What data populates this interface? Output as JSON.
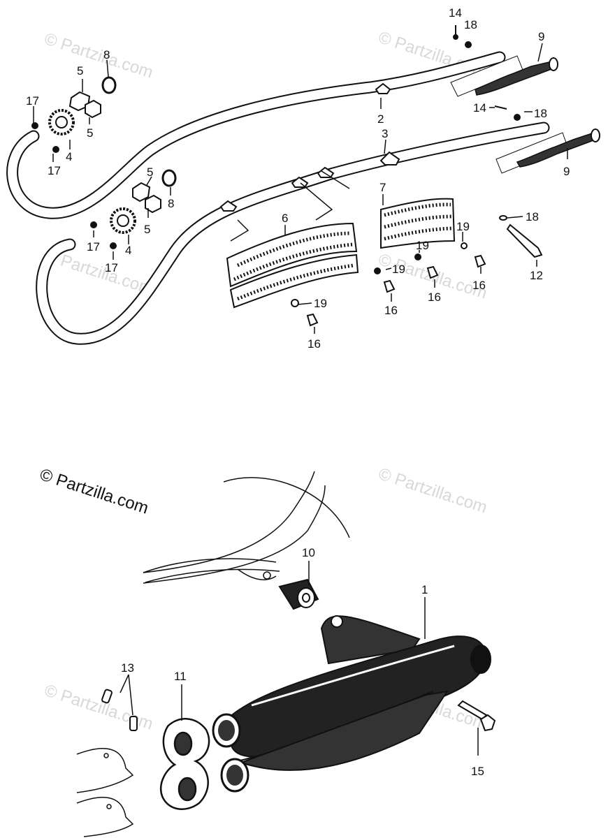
{
  "watermark": "© Partzilla.com",
  "copyright": "© Partzilla.com",
  "callouts": {
    "c1": "1",
    "c2": "2",
    "c3": "3",
    "c4a": "4",
    "c4b": "4",
    "c5a": "5",
    "c5b": "5",
    "c5c": "5",
    "c5d": "5",
    "c6": "6",
    "c7": "7",
    "c8a": "8",
    "c8b": "8",
    "c9a": "9",
    "c9b": "9",
    "c10": "10",
    "c11": "11",
    "c12": "12",
    "c13": "13",
    "c14a": "14",
    "c14b": "14",
    "c15": "15",
    "c16a": "16",
    "c16b": "16",
    "c16c": "16",
    "c16d": "16",
    "c17a": "17",
    "c17b": "17",
    "c17c": "17",
    "c17d": "17",
    "c18a": "18",
    "c18b": "18",
    "c18c": "18",
    "c19a": "19",
    "c19b": "19",
    "c19c": "19",
    "c19d": "19"
  }
}
